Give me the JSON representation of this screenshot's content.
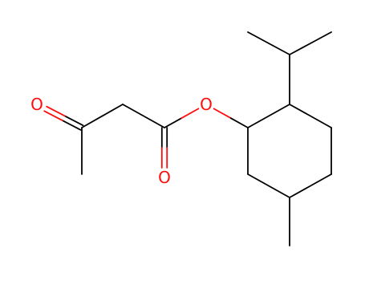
{
  "molecule": {
    "atoms": {
      "ketone_oxygen": "O",
      "ester_oxygen": "O",
      "carbonyl_oxygen": "O"
    }
  },
  "colors": {
    "carbon_bond": "#000000",
    "oxygen": "#ff0d0d",
    "background": "#ffffff"
  }
}
